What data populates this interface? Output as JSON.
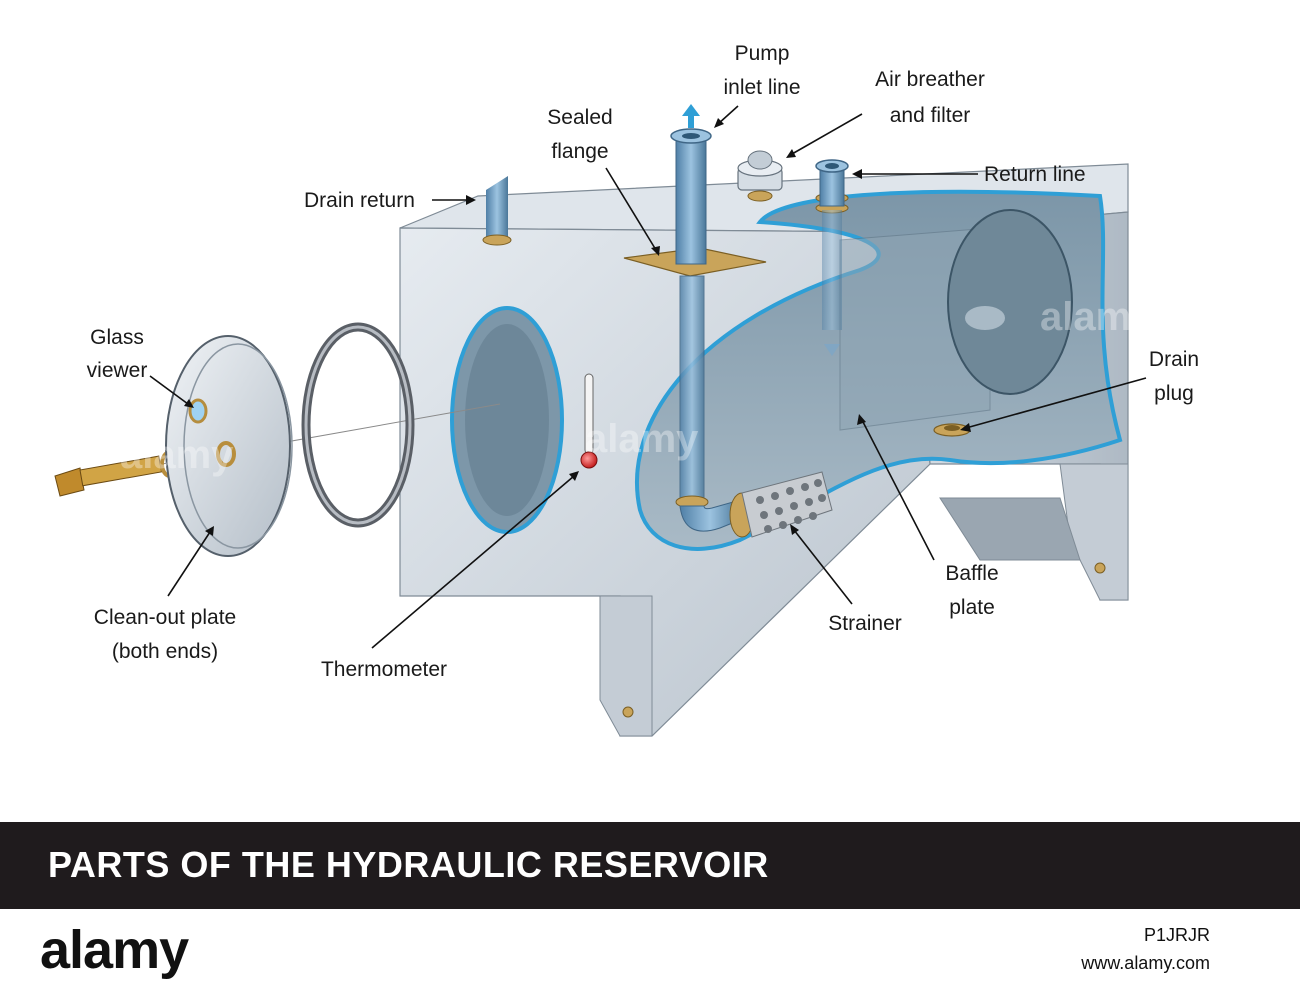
{
  "diagram": {
    "labels": {
      "pump_inlet_line": [
        "Pump",
        "inlet line"
      ],
      "air_breather": [
        "Air breather",
        "and filter"
      ],
      "sealed_flange": [
        "Sealed",
        "flange"
      ],
      "return_line": "Return line",
      "drain_return": "Drain return",
      "glass_viewer": [
        "Glass",
        "viewer"
      ],
      "drain_plug": [
        "Drain",
        "plug"
      ],
      "baffle_plate": [
        "Baffle",
        "plate"
      ],
      "strainer": "Strainer",
      "clean_out_plate": [
        "Clean-out plate",
        "(both ends)"
      ],
      "thermometer": "Thermometer"
    },
    "watermarks": [
      "alamy",
      "alamy",
      "alamy"
    ]
  },
  "title": "PARTS OF THE HYDRAULIC RESERVOIR",
  "footer": {
    "brand": "alamy",
    "image_code": "P1JRJR",
    "url": "www.alamy.com"
  },
  "colors": {
    "tank_body": "#c9d2dc",
    "fluid_blue": "#2f9fd6",
    "pipe_blue": "#7aa6c9",
    "brass": "#c9a45a",
    "title_bar": "#1f1b1d"
  }
}
